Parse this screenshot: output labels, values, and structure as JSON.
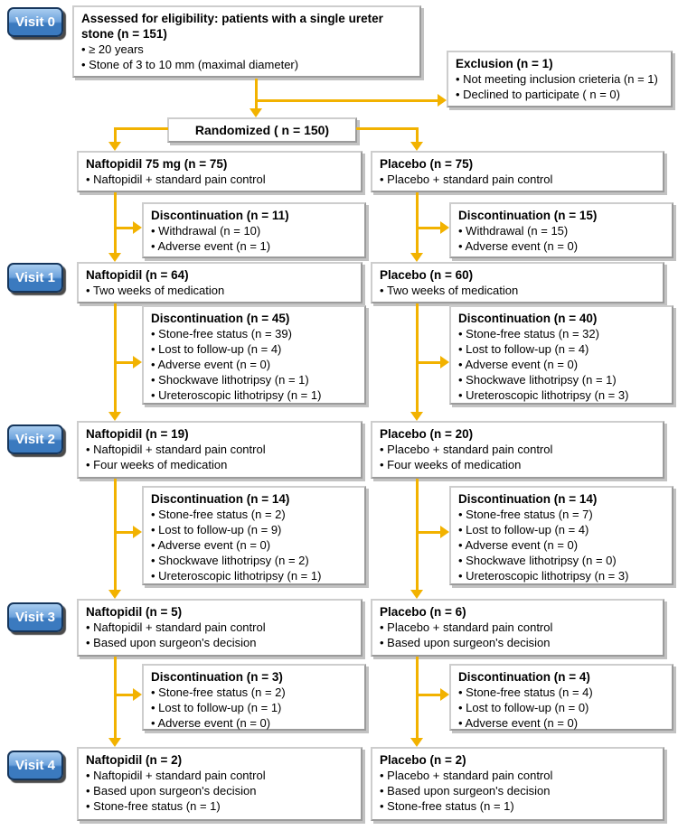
{
  "colors": {
    "arrow": "#F2B200",
    "box_border": "#9b9b9b",
    "box_shadow": "#c2c2c2",
    "visit_top": "#a9cdf0",
    "visit_mid": "#6da2dc",
    "visit_bottom": "#3b7abf",
    "visit_border": "#16365c"
  },
  "visit_labels": [
    "Visit 0",
    "Visit 1",
    "Visit 2",
    "Visit 3",
    "Visit 4"
  ],
  "boxes": {
    "assessed": {
      "title": "Assessed for eligibility: patients with a single ureter stone (n = 151)",
      "bullets": [
        "≥ 20 years",
        "Stone of 3 to 10 mm (maximal diameter)"
      ]
    },
    "exclusion": {
      "title": "Exclusion (n = 1)",
      "bullets": [
        "Not meeting inclusion crieteria (n = 1)",
        "Declined to participate ( n = 0)"
      ]
    },
    "randomized": "Randomized ( n = 150)",
    "naf_start": {
      "title": "Naftopidil 75 mg (n = 75)",
      "bullets": [
        "Naftopidil + standard pain control"
      ]
    },
    "pla_start": {
      "title": "Placebo (n = 75)",
      "bullets": [
        "Placebo + standard pain control"
      ]
    },
    "disc_naf_1": {
      "title": "Discontinuation (n = 11)",
      "bullets": [
        "Withdrawal (n = 10)",
        "Adverse event (n = 1)"
      ]
    },
    "disc_pla_1": {
      "title": "Discontinuation (n = 15)",
      "bullets": [
        "Withdrawal (n = 15)",
        "Adverse event (n = 0)"
      ]
    },
    "naf_v1": {
      "title": "Naftopidil (n = 64)",
      "bullets": [
        "Two weeks of medication"
      ]
    },
    "pla_v1": {
      "title": "Placebo (n = 60)",
      "bullets": [
        "Two weeks of medication"
      ]
    },
    "disc_naf_2": {
      "title": "Discontinuation (n = 45)",
      "bullets": [
        "Stone-free status (n = 39)",
        "Lost to follow-up (n = 4)",
        "Adverse event (n = 0)",
        "Shockwave lithotripsy (n = 1)",
        "Ureteroscopic lithotripsy (n = 1)"
      ]
    },
    "disc_pla_2": {
      "title": "Discontinuation (n = 40)",
      "bullets": [
        "Stone-free status (n = 32)",
        "Lost to follow-up (n = 4)",
        "Adverse event (n = 0)",
        "Shockwave lithotripsy (n = 1)",
        "Ureteroscopic lithotripsy (n = 3)"
      ]
    },
    "naf_v2": {
      "title": "Naftopidil (n = 19)",
      "bullets": [
        "Naftopidil + standard pain control",
        "Four weeks of medication"
      ]
    },
    "pla_v2": {
      "title": "Placebo (n = 20)",
      "bullets": [
        "Placebo + standard pain control",
        "Four weeks of medication"
      ]
    },
    "disc_naf_3": {
      "title": "Discontinuation (n = 14)",
      "bullets": [
        "Stone-free status (n = 2)",
        "Lost to follow-up (n = 9)",
        "Adverse event (n = 0)",
        "Shockwave lithotripsy (n = 2)",
        "Ureteroscopic lithotripsy (n = 1)"
      ]
    },
    "disc_pla_3": {
      "title": "Discontinuation (n = 14)",
      "bullets": [
        "Stone-free status (n = 7)",
        "Lost to follow-up (n = 4)",
        "Adverse event (n = 0)",
        "Shockwave lithotripsy (n = 0)",
        "Ureteroscopic lithotripsy (n = 3)"
      ]
    },
    "naf_v3": {
      "title": "Naftopidil (n = 5)",
      "bullets": [
        "Naftopidil + standard pain control",
        "Based upon surgeon's decision"
      ]
    },
    "pla_v3": {
      "title": "Placebo (n = 6)",
      "bullets": [
        "Placebo + standard pain control",
        "Based upon surgeon's decision"
      ]
    },
    "disc_naf_4": {
      "title": "Discontinuation (n = 3)",
      "bullets": [
        "Stone-free status (n = 2)",
        "Lost to follow-up (n = 1)",
        "Adverse event (n = 0)"
      ]
    },
    "disc_pla_4": {
      "title": "Discontinuation (n = 4)",
      "bullets": [
        "Stone-free status (n = 4)",
        "Lost to follow-up (n = 0)",
        "Adverse event (n = 0)"
      ]
    },
    "naf_v4": {
      "title": "Naftopidil (n = 2)",
      "bullets": [
        "Naftopidil + standard pain control",
        "Based upon surgeon's decision",
        "Stone-free status (n = 1)"
      ]
    },
    "pla_v4": {
      "title": "Placebo (n = 2)",
      "bullets": [
        "Placebo + standard pain control",
        "Based upon surgeon's decision",
        "Stone-free status (n = 1)"
      ]
    }
  }
}
